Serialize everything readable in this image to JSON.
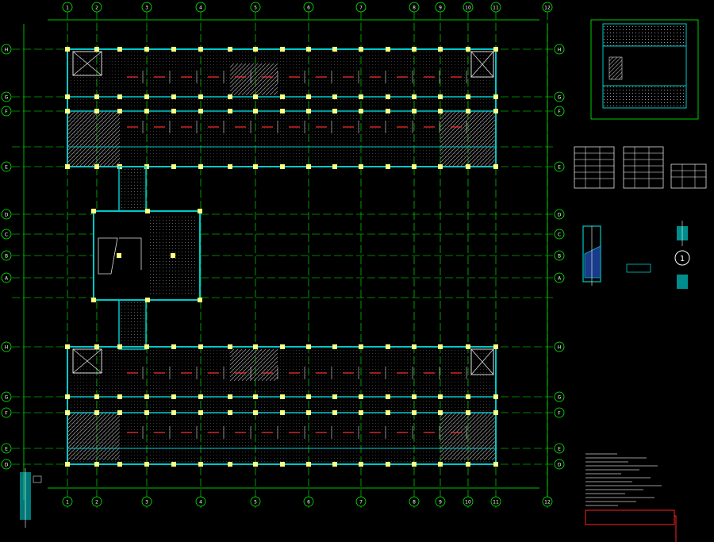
{
  "drawing": {
    "type": "CAD structural floor plan (dark model space)",
    "colors": {
      "background": "#000000",
      "grid": "#00ff00",
      "beam": "#00c8c8",
      "column": "#ffff80",
      "rebar": "#ff3030",
      "text": "#ffffff",
      "hatch": "#8a8a8a",
      "frame": "#ff2020"
    }
  },
  "grid_bubbles": {
    "top": [
      "1",
      "2",
      "3",
      "4",
      "5",
      "6",
      "7",
      "8",
      "9",
      "10",
      "11",
      "12"
    ],
    "bottom": [
      "1",
      "2",
      "3",
      "4",
      "5",
      "6",
      "7",
      "8",
      "9",
      "10",
      "11",
      "12"
    ],
    "left": [
      "H",
      "G",
      "F",
      "E",
      "D",
      "C",
      "B",
      "A",
      "H",
      "G",
      "F",
      "E",
      "D"
    ],
    "right": [
      "H",
      "G",
      "F",
      "E",
      "D",
      "C",
      "B",
      "A",
      "H",
      "G",
      "F",
      "E",
      "D"
    ]
  },
  "detail_callouts": [
    "1"
  ]
}
